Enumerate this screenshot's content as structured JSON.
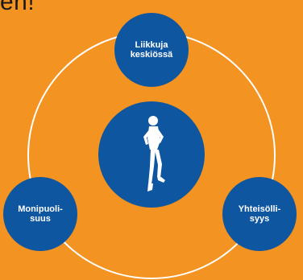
{
  "headline": "en!",
  "colors": {
    "background": "#F39321",
    "circle": "#0E56A0",
    "ring": "#FFFFFF",
    "text": "#FFFFFF",
    "headline": "#1a1a1a"
  },
  "center": {
    "icon": "runner-icon"
  },
  "nodes": [
    {
      "id": "top",
      "label": "Liikkuja\nkeskiössä"
    },
    {
      "id": "left",
      "label": "Monipuoli-\nsuus"
    },
    {
      "id": "right",
      "label": "Yhteisölli-\nsyys"
    }
  ]
}
